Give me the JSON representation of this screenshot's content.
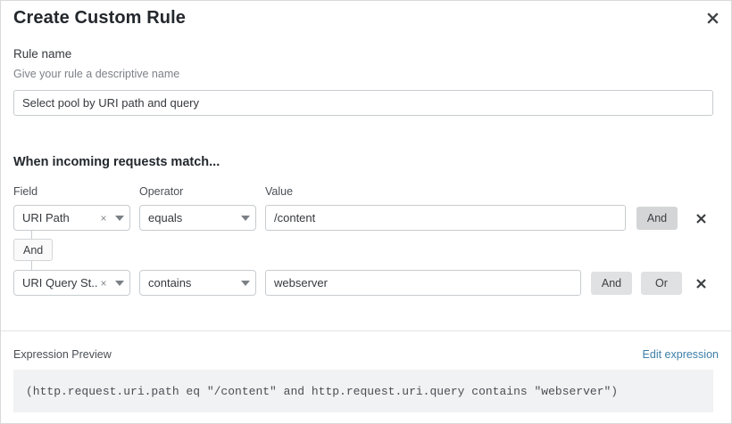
{
  "dialog": {
    "title": "Create Custom Rule",
    "close_icon": "close-icon"
  },
  "rule_name": {
    "label": "Rule name",
    "hint": "Give your rule a descriptive name",
    "value": "Select pool by URI path and query",
    "placeholder": "Select pool by URI path and query"
  },
  "match_section": {
    "heading": "When incoming requests match...",
    "columns": {
      "field": "Field",
      "operator": "Operator",
      "value": "Value"
    },
    "rows": [
      {
        "field": "URI Path",
        "operator": "equals",
        "value": "/content",
        "buttons": [
          "And"
        ],
        "remove_label": "✕"
      },
      {
        "field": "URI Query St...",
        "operator": "contains",
        "value": "webserver",
        "buttons": [
          "And",
          "Or"
        ],
        "remove_label": "✕"
      }
    ],
    "connector": "And"
  },
  "expression_preview": {
    "label": "Expression Preview",
    "edit_link": "Edit expression",
    "code": "(http.request.uri.path eq \"/content\" and http.request.uri.query contains \"webserver\")"
  },
  "colors": {
    "link": "#3e7fa8",
    "pill": "#d3d5d7",
    "code_bg": "#f1f2f3",
    "border": "#c8ccd0"
  }
}
